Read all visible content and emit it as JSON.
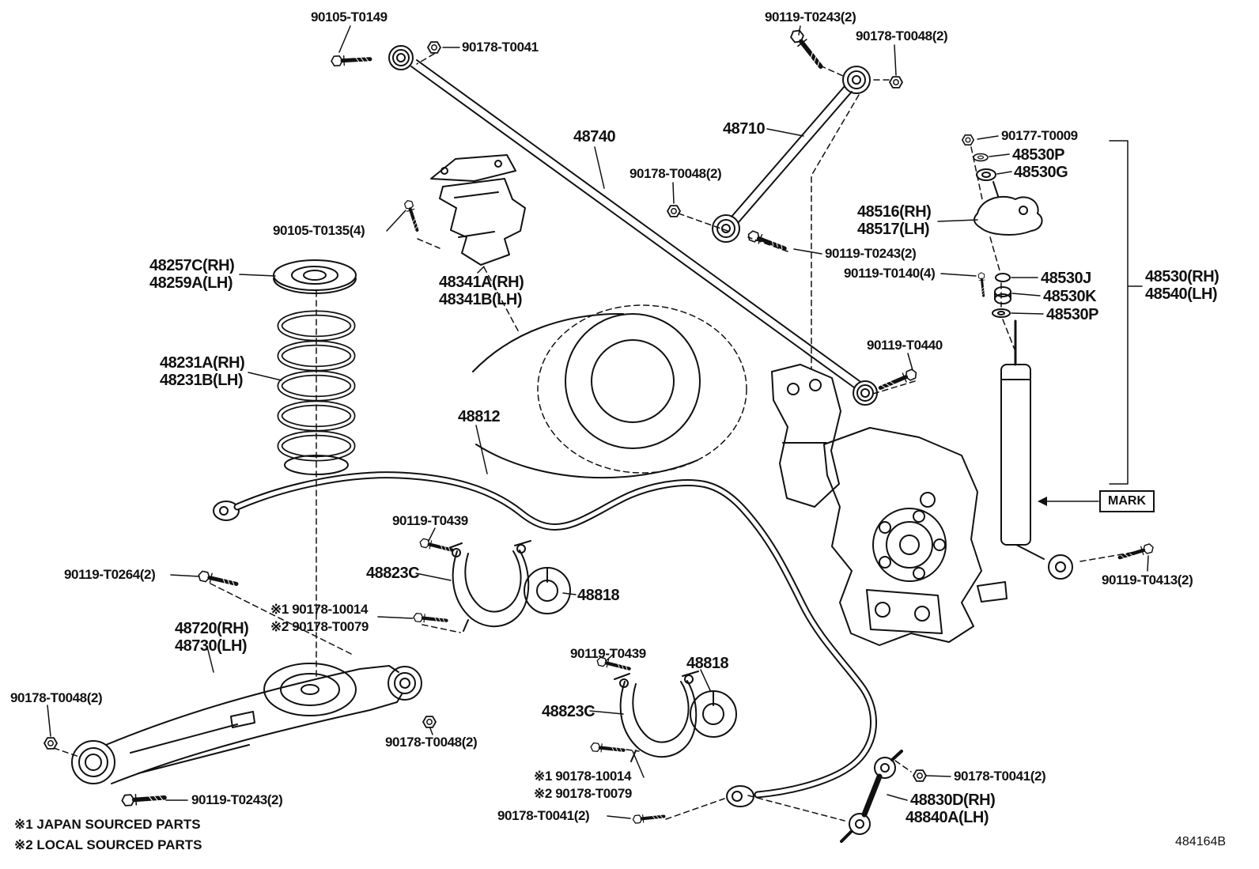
{
  "page": {
    "background": "#ffffff",
    "line_color": "#111111"
  },
  "drawing_code": "484164B",
  "mark_label": "MARK",
  "footnotes": [
    "※1 JAPAN SOURCED PARTS",
    "※2 LOCAL SOURCED PARTS"
  ],
  "labels": [
    "90105-T0149",
    "90178-T0041",
    "90119-T0243(2)",
    "90178-T0048(2)",
    "48710",
    "48740",
    "90178-T0048(2)",
    "90177-T0009",
    "48530P",
    "48530G",
    "48516(RH)",
    "48517(LH)",
    "90119-T0243(2)",
    "90119-T0140(4)",
    "48530J",
    "48530K",
    "48530P",
    "48530(RH)",
    "48540(LH)",
    "90105-T0135(4)",
    "48257C(RH)",
    "48259A(LH)",
    "48341A(RH)",
    "48341B(LH)",
    "48231A(RH)",
    "48231B(LH)",
    "90119-T0440",
    "48812",
    "90119-T0439",
    "48823C",
    "48818",
    "90119-T0264(2)",
    "※1 90178-10014",
    "※2 90178-T0079",
    "48720(RH)",
    "48730(LH)",
    "90178-T0048(2)",
    "90119-T0439",
    "48818",
    "48823C",
    "90178-T0048(2)",
    "※1 90178-10014",
    "※2 90178-T0079",
    "90119-T0243(2)",
    "90178-T0041(2)",
    "90119-T0413(2)",
    "90178-T0041(2)",
    "48830D(RH)",
    "48840A(LH)"
  ]
}
